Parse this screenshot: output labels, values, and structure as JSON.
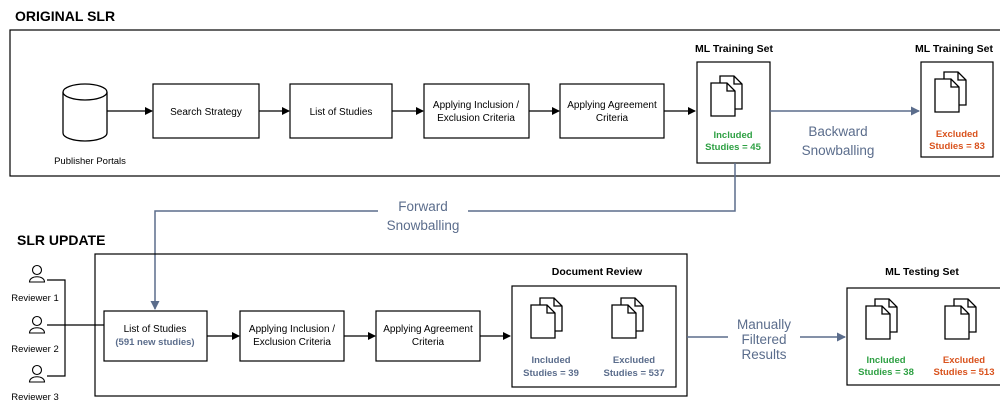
{
  "sections": {
    "original_title": "ORIGINAL SLR",
    "update_title": "SLR UPDATE"
  },
  "original": {
    "source_label": "Publisher Portals",
    "steps": [
      "Search Strategy",
      "List of Studies",
      "Applying Inclusion /",
      "Exclusion Criteria",
      "Applying Agreement",
      "Criteria"
    ],
    "training_title": "ML Training Set",
    "included_l1": "Included",
    "included_l2": "Studies = 45",
    "backward_l1": "Backward",
    "backward_l2": "Snowballing",
    "training2_title": "ML Training Set",
    "excluded_l1": "Excluded",
    "excluded_l2": "Studies = 83"
  },
  "forward": {
    "l1": "Forward",
    "l2": "Snowballing"
  },
  "update": {
    "reviewers": [
      "Reviewer 1",
      "Reviewer 2",
      "Reviewer 3"
    ],
    "list_l1": "List of Studies",
    "list_l2": "(591 new studies)",
    "incl_l1": "Applying Inclusion /",
    "incl_l2": "Exclusion Criteria",
    "agree_l1": "Applying Agreement",
    "agree_l2": "Criteria",
    "doc_review_title": "Document Review",
    "dr_included_l1": "Included",
    "dr_included_l2": "Studies = 39",
    "dr_excluded_l1": "Excluded",
    "dr_excluded_l2": "Studies = 537",
    "manual_l1": "Manually",
    "manual_l2": "Filtered",
    "manual_l3": "Results",
    "testing_title": "ML Testing Set",
    "ts_included_l1": "Included",
    "ts_included_l2": "Studies = 38",
    "ts_excluded_l1": "Excluded",
    "ts_excluded_l2": "Studies = 513"
  },
  "colors": {
    "green": "#2ea043",
    "orange": "#d9531e",
    "blue_gray": "#5b6d8c"
  }
}
